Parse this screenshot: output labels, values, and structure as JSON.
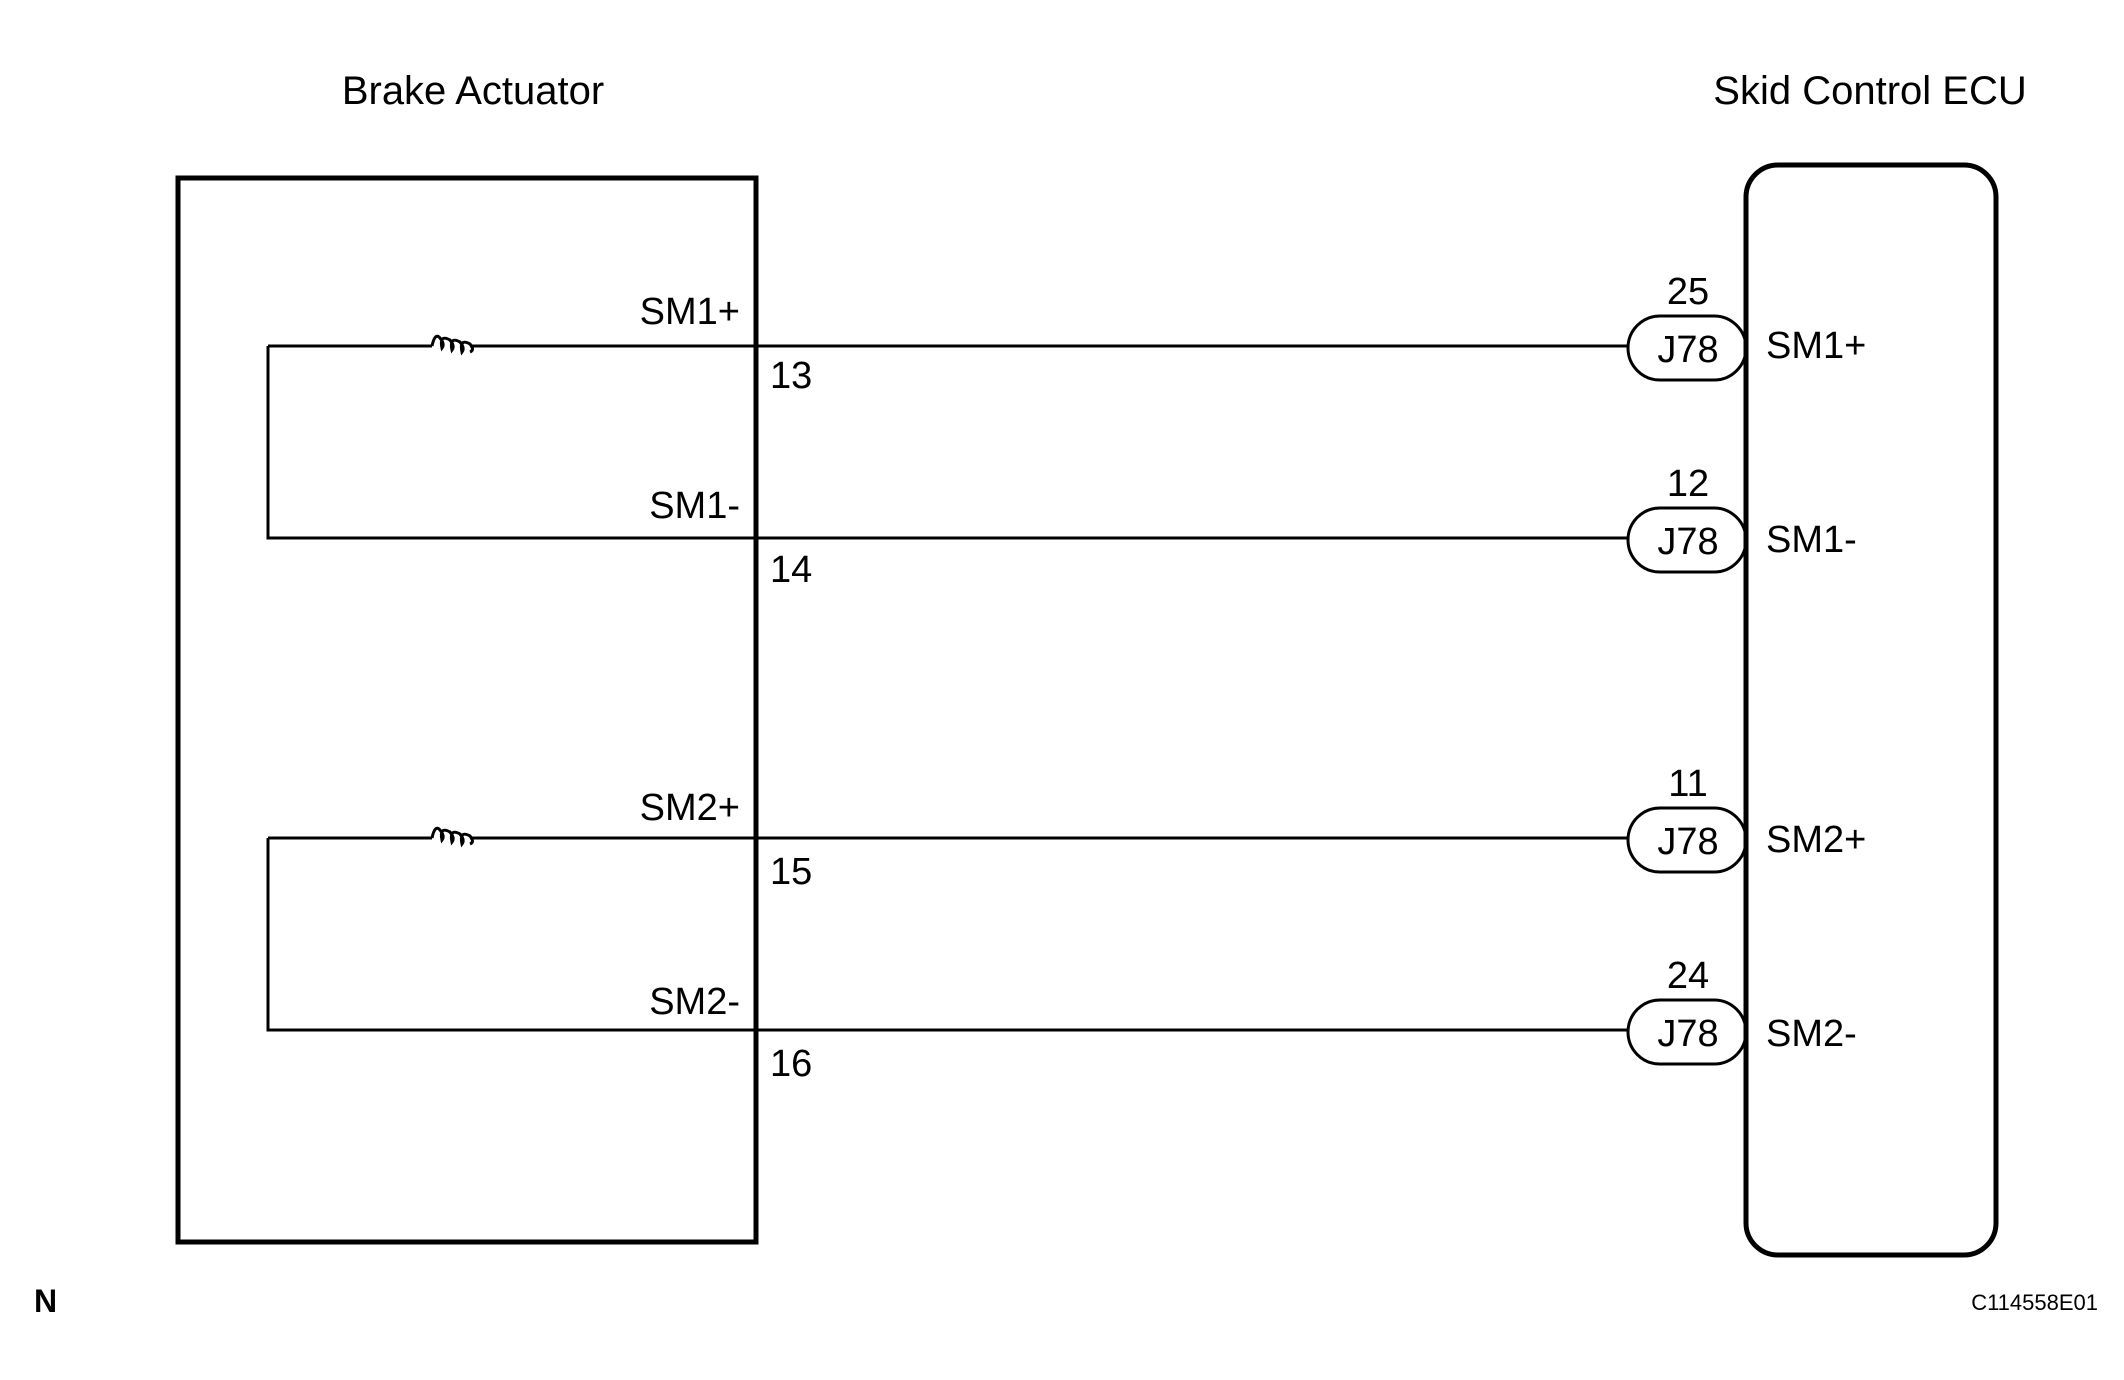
{
  "titles": {
    "left_component": "Brake Actuator",
    "right_component": "Skid Control ECU"
  },
  "actuator": {
    "pins": [
      {
        "signal": "SM1+",
        "number": "13"
      },
      {
        "signal": "SM1-",
        "number": "14"
      },
      {
        "signal": "SM2+",
        "number": "15"
      },
      {
        "signal": "SM2-",
        "number": "16"
      }
    ]
  },
  "ecu": {
    "connectors": [
      {
        "pin": "25",
        "connector": "J78",
        "signal": "SM1+"
      },
      {
        "pin": "12",
        "connector": "J78",
        "signal": "SM1-"
      },
      {
        "pin": "11",
        "connector": "J78",
        "signal": "SM2+"
      },
      {
        "pin": "24",
        "connector": "J78",
        "signal": "SM2-"
      }
    ]
  },
  "footer": {
    "marker": "N",
    "code": "C114558E01"
  }
}
